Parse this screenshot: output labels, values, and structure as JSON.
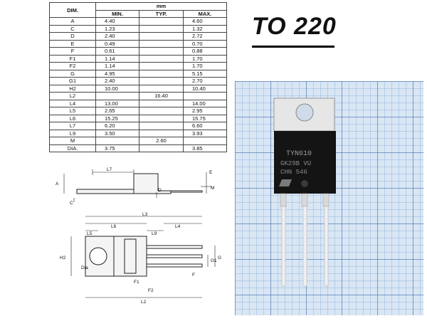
{
  "table": {
    "header_dim": "DIM.",
    "header_unit": "mm",
    "header_min": "MIN.",
    "header_typ": "TYP.",
    "header_max": "MAX.",
    "rows": [
      [
        "A",
        "4.40",
        "",
        "4.60"
      ],
      [
        "C",
        "1.23",
        "",
        "1.32"
      ],
      [
        "D",
        "2.40",
        "",
        "2.72"
      ],
      [
        "E",
        "0.49",
        "",
        "0.70"
      ],
      [
        "F",
        "0.61",
        "",
        "0.88"
      ],
      [
        "F1",
        "1.14",
        "",
        "1.70"
      ],
      [
        "F2",
        "1.14",
        "",
        "1.70"
      ],
      [
        "G",
        "4.95",
        "",
        "5.15"
      ],
      [
        "G1",
        "2.40",
        "",
        "2.70"
      ],
      [
        "H2",
        "10.00",
        "",
        "10.40"
      ],
      [
        "L2",
        "",
        "16.40",
        ""
      ],
      [
        "L4",
        "13.00",
        "",
        "14.00"
      ],
      [
        "L5",
        "2.65",
        "",
        "2.95"
      ],
      [
        "L6",
        "15.25",
        "",
        "15.75"
      ],
      [
        "L7",
        "6.20",
        "",
        "6.60"
      ],
      [
        "L9",
        "3.50",
        "",
        "3.93"
      ],
      [
        "M",
        "",
        "2.60",
        ""
      ],
      [
        "DIA.",
        "3.75",
        "",
        "3.85"
      ]
    ]
  },
  "title": "TO 220",
  "side_view": {
    "labels": {
      "A": "A",
      "C": "C",
      "D": "D",
      "E": "E",
      "M": "M",
      "L7": "L7"
    }
  },
  "top_view": {
    "labels": {
      "L3": "L3",
      "L6": "L6",
      "L5": "L5",
      "L9": "L9",
      "L4": "L4",
      "H2": "H2",
      "Dia": "Dia",
      "G": "G",
      "G1": "G1",
      "F": "F",
      "F1": "F1",
      "F2": "F2",
      "L2": "L2"
    }
  },
  "photo": {
    "marking_line1": "TYN610",
    "marking_line2": "GK29B VU",
    "marking_line3": "CHN 546"
  }
}
